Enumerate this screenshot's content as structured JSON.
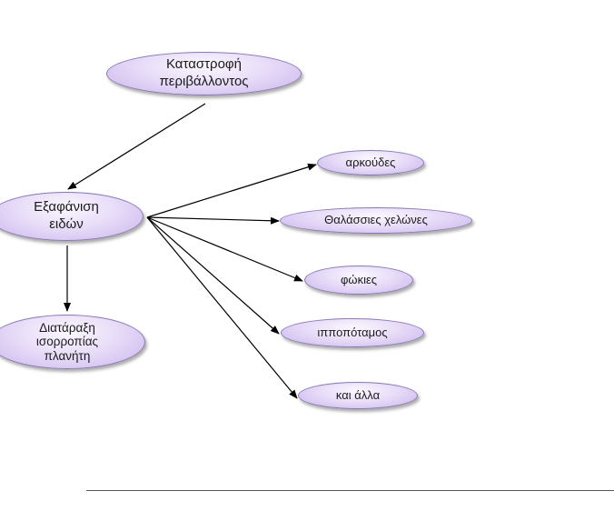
{
  "diagram": {
    "nodes": {
      "env_destruction": "Καταστροφή\nπεριβάλλοντος",
      "species_extinction": "Εξαφάνιση\nειδών",
      "balance_disruption": "Διατάραξη\nισορροπίας\nπλανήτη",
      "bears": "αρκούδες",
      "sea_turtles": "Θαλάσσιες χελώνες",
      "seals": "φώκιες",
      "hippo": "ιπποπόταμος",
      "others": "και άλλα"
    },
    "edges": [
      {
        "from": "env_destruction",
        "to": "species_extinction"
      },
      {
        "from": "species_extinction",
        "to": "balance_disruption"
      },
      {
        "from": "species_extinction",
        "to": "bears"
      },
      {
        "from": "species_extinction",
        "to": "sea_turtles"
      },
      {
        "from": "species_extinction",
        "to": "seals"
      },
      {
        "from": "species_extinction",
        "to": "hippo"
      },
      {
        "from": "species_extinction",
        "to": "others"
      }
    ],
    "colors": {
      "node_fill": "#e8ddf8",
      "node_border": "#8a78b4",
      "arrow": "#000000"
    }
  }
}
